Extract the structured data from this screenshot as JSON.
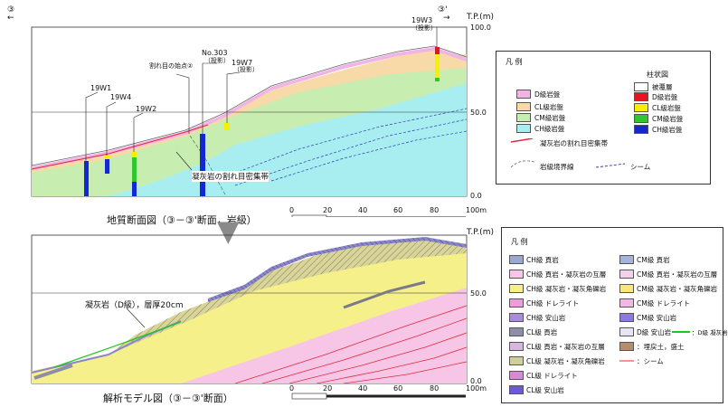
{
  "top": {
    "section_start": "③",
    "section_end": "③'",
    "arrow_left": "←",
    "arrow_right": "→",
    "elev_unit": "T.P.(m)",
    "elev_ticks": [
      "100.0",
      "50.0",
      "0.0"
    ],
    "scale_ticks": [
      "0",
      "20",
      "40",
      "60",
      "80",
      "100m"
    ],
    "caption": "地質断面図（③－③'断面，岩級）",
    "annotation": "凝灰岩の割れ目密集帯",
    "boreholes": [
      {
        "name": "19W1"
      },
      {
        "name": "19W4"
      },
      {
        "name": "19W2"
      },
      {
        "name": "割れ目の始点②"
      },
      {
        "name": "No.303",
        "sub": "（投影）"
      },
      {
        "name": "19W7",
        "sub": "（投影）"
      },
      {
        "name": "19W3",
        "sub": "（投影）"
      }
    ],
    "legend": {
      "title": "凡 例",
      "col_title": "柱状図",
      "rock_items": [
        {
          "label": "D級岩盤",
          "color": "#f2b4e4"
        },
        {
          "label": "CL級岩盤",
          "color": "#f8d9a8"
        },
        {
          "label": "CM級岩盤",
          "color": "#c8edb0"
        },
        {
          "label": "CH級岩盤",
          "color": "#a8eef0"
        }
      ],
      "line_items": [
        {
          "label": "凝灰岩の割れ目密集帯",
          "color": "#e0283c"
        },
        {
          "label": "岩級境界線",
          "color": "#666666"
        },
        {
          "label": "シーム",
          "color": "#2b3bb5"
        }
      ],
      "column_items": [
        {
          "label": "被覆層",
          "color": "#ffffff"
        },
        {
          "label": "D級岩盤",
          "color": "#e8141e"
        },
        {
          "label": "CL級岩盤",
          "color": "#f5f000"
        },
        {
          "label": "CM級岩盤",
          "color": "#2ec82e"
        },
        {
          "label": "CH級岩盤",
          "color": "#1428d2"
        }
      ]
    }
  },
  "arrow": "▼",
  "bottom": {
    "elev_unit": "T.P.(m)",
    "elev_ticks": [
      "50.0",
      "0.0"
    ],
    "scale_ticks": [
      "0",
      "20",
      "40",
      "60",
      "80",
      "100m"
    ],
    "caption": "解析モデル図（③－③'断面）",
    "annotation": "凝灰岩（D級），層厚20cm",
    "legend": {
      "title": "凡 例",
      "left_items": [
        {
          "label": "CH級 頁岩",
          "color": "#9aa8d2"
        },
        {
          "label": "CH級 頁岩・凝灰岩の互層",
          "color": "#f7c6e6"
        },
        {
          "label": "CH級 凝灰岩・凝灰角礫岩",
          "color": "#f6f08a"
        },
        {
          "label": "CH級 ドレライト",
          "color": "#f39ad8"
        },
        {
          "label": "CH級 安山岩",
          "color": "#a98ce0"
        },
        {
          "label": "CL級 頁岩",
          "color": "#8e8ea6"
        },
        {
          "label": "CL級 頁岩・凝灰岩の互層",
          "color": "#d8b6e0"
        },
        {
          "label": "CL級 凝灰岩・凝灰角礫岩",
          "color": "#cfcf96"
        },
        {
          "label": "CL級 ドレライト",
          "color": "#d88ad6"
        },
        {
          "label": "CL級 安山岩",
          "color": "#6a5ad6"
        }
      ],
      "right_items": [
        {
          "label": "CM級 頁岩",
          "color": "#a6b4da"
        },
        {
          "label": "CM級 頁岩・凝灰岩の互層",
          "color": "#f2d2ea"
        },
        {
          "label": "CM級 凝灰岩・凝灰角礫岩",
          "color": "#fae67a"
        },
        {
          "label": "CM級 ドレライト",
          "color": "#f4b6e2"
        },
        {
          "label": "CM級 安山岩",
          "color": "#8c7ae0"
        },
        {
          "label": "D級 安山岩",
          "color": "#e7e7f4"
        },
        {
          "label": "：埋戻土，盛土",
          "color": "#b58c6e"
        }
      ],
      "line_items": [
        {
          "label": "：D級 凝灰岩",
          "color": "#1ec81e"
        },
        {
          "label": "：シーム",
          "color": "#f07070"
        }
      ]
    }
  }
}
